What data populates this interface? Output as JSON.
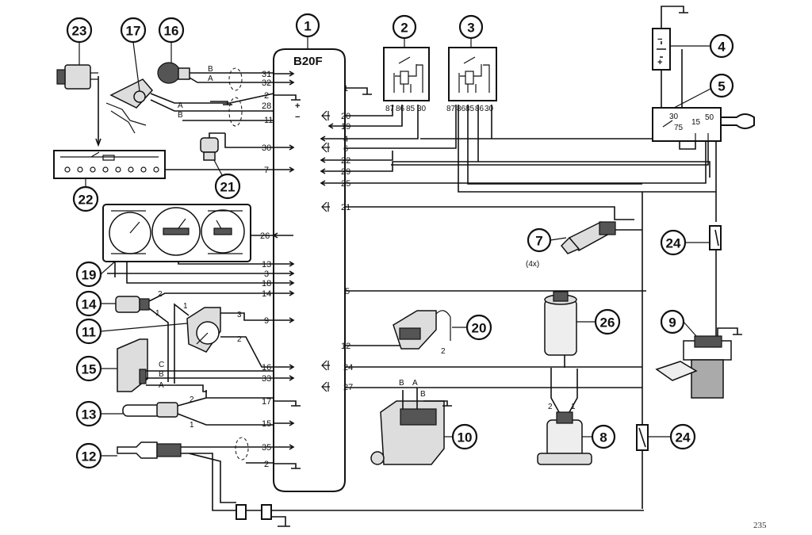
{
  "ecu": {
    "title": "B20F",
    "left_pins": [
      "31",
      "32",
      "2",
      "28",
      "11",
      "30",
      "7",
      "26",
      "13",
      "3",
      "18",
      "14",
      "9",
      "16",
      "33",
      "17",
      "15",
      "35",
      "2"
    ],
    "right_pins": [
      "1",
      "20",
      "19",
      "4",
      "6",
      "22",
      "29",
      "25",
      "21",
      "5",
      "12",
      "24",
      "27"
    ],
    "polarity": {
      "plus": "+",
      "minus": "−"
    }
  },
  "relay_left": {
    "terminals": [
      "87",
      "86",
      "85",
      "30"
    ]
  },
  "relay_right": {
    "terminals": [
      "87",
      "86",
      "85",
      "86",
      "30"
    ]
  },
  "battery": {
    "plus": "+",
    "minus": "−"
  },
  "ignition_switch": {
    "terminals": [
      "30",
      "75",
      "15",
      "50"
    ]
  },
  "wire_labels": {
    "knock_b": "B",
    "knock_a": "A",
    "sensor_a": "A",
    "sensor_b": "B",
    "tps_1": "1",
    "tps_2": "2",
    "tps_3": "3",
    "temp_2": "2",
    "temp_1": "1",
    "c15_c": "C",
    "c15_b": "B",
    "c15_a": "A",
    "c13_2": "2",
    "c13_1": "1",
    "ign_b": "B",
    "ign_a": "A",
    "ign_b2": "B",
    "ign_2": "2",
    "pump_2": "2",
    "pump_1": "1"
  },
  "injector_qty": "(4x)",
  "callouts": [
    "1",
    "2",
    "3",
    "4",
    "5",
    "7",
    "8",
    "9",
    "10",
    "11",
    "12",
    "13",
    "14",
    "15",
    "16",
    "17",
    "19",
    "20",
    "21",
    "22",
    "23",
    "24",
    "24",
    "26"
  ],
  "page_number": "235"
}
